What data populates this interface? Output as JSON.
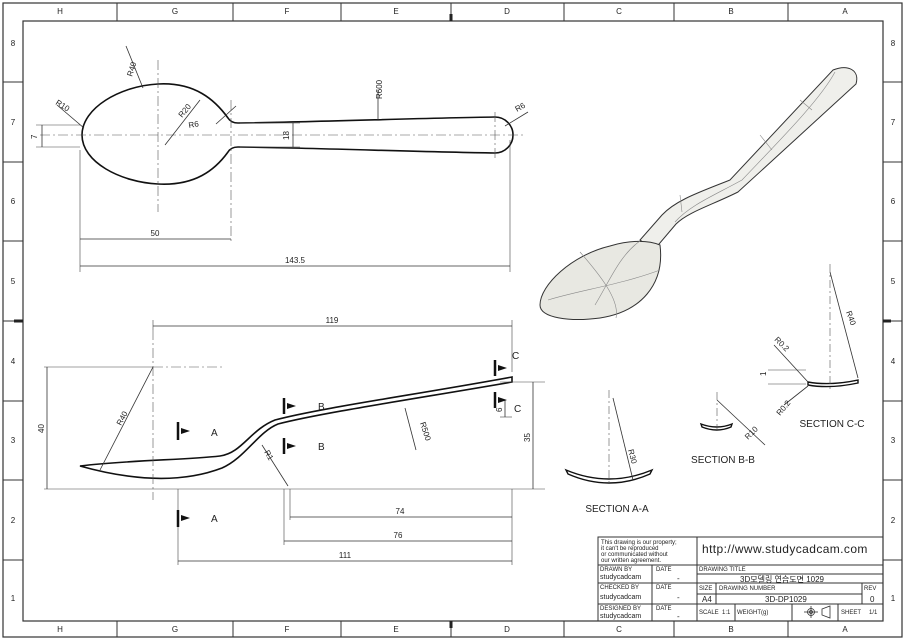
{
  "border": {
    "col_labels": [
      "H",
      "G",
      "F",
      "E",
      "D",
      "C",
      "B",
      "A"
    ],
    "row_labels": [
      "8",
      "7",
      "6",
      "5",
      "4",
      "3",
      "2",
      "1"
    ]
  },
  "dims": {
    "top_r40": "R40",
    "top_r10": "R10",
    "top_r20": "R20",
    "top_r6_left": "R6",
    "top_r600": "R600",
    "top_r6_right": "R6",
    "top_7": "7",
    "top_18": "18",
    "top_50": "50",
    "top_1435": "143.5",
    "side_119": "119",
    "side_40": "40",
    "side_r40": "R40",
    "side_r1": "R1",
    "side_r500": "R500",
    "side_35": "35",
    "side_6": "6",
    "side_74": "74",
    "side_76": "76",
    "side_111": "111"
  },
  "cuts": {
    "a": "A",
    "b": "B",
    "c": "C"
  },
  "sections": {
    "aa_title": "SECTION A-A",
    "aa_r30": "R30",
    "bb_title": "SECTION B-B",
    "bb_r10": "R10",
    "cc_title": "SECTION C-C",
    "cc_r40": "R40",
    "cc_r02_top": "R0.2",
    "cc_r02_bot": "R0.2",
    "cc_1": "1"
  },
  "title_block": {
    "note": [
      "This drawing is our property;",
      "it can't be reproduced",
      "or communicated without",
      "our written agreement."
    ],
    "website": "http://www.studycadcam.com",
    "drawn_by_label": "DRAWN BY",
    "drawn_by": "studycadcam",
    "checked_by_label": "CHECKED BY",
    "checked_by": "studycadcam",
    "designed_by_label": "DESIGNED BY",
    "designed_by": "studycadcam",
    "date_label": "DATE",
    "date_value": "-",
    "drawing_title_label": "DRAWING TITLE",
    "drawing_title": "3D모델링 연습도면 1029",
    "size_label": "SIZE",
    "size": "A4",
    "drawing_number_label": "DRAWING NUMBER",
    "drawing_number": "3D-DP1029",
    "rev_label": "REV",
    "rev": "0",
    "scale_label": "SCALE",
    "scale": "1:1",
    "weight_label": "WEIGHT(g)",
    "sheet_label": "SHEET",
    "sheet": "1/1"
  }
}
